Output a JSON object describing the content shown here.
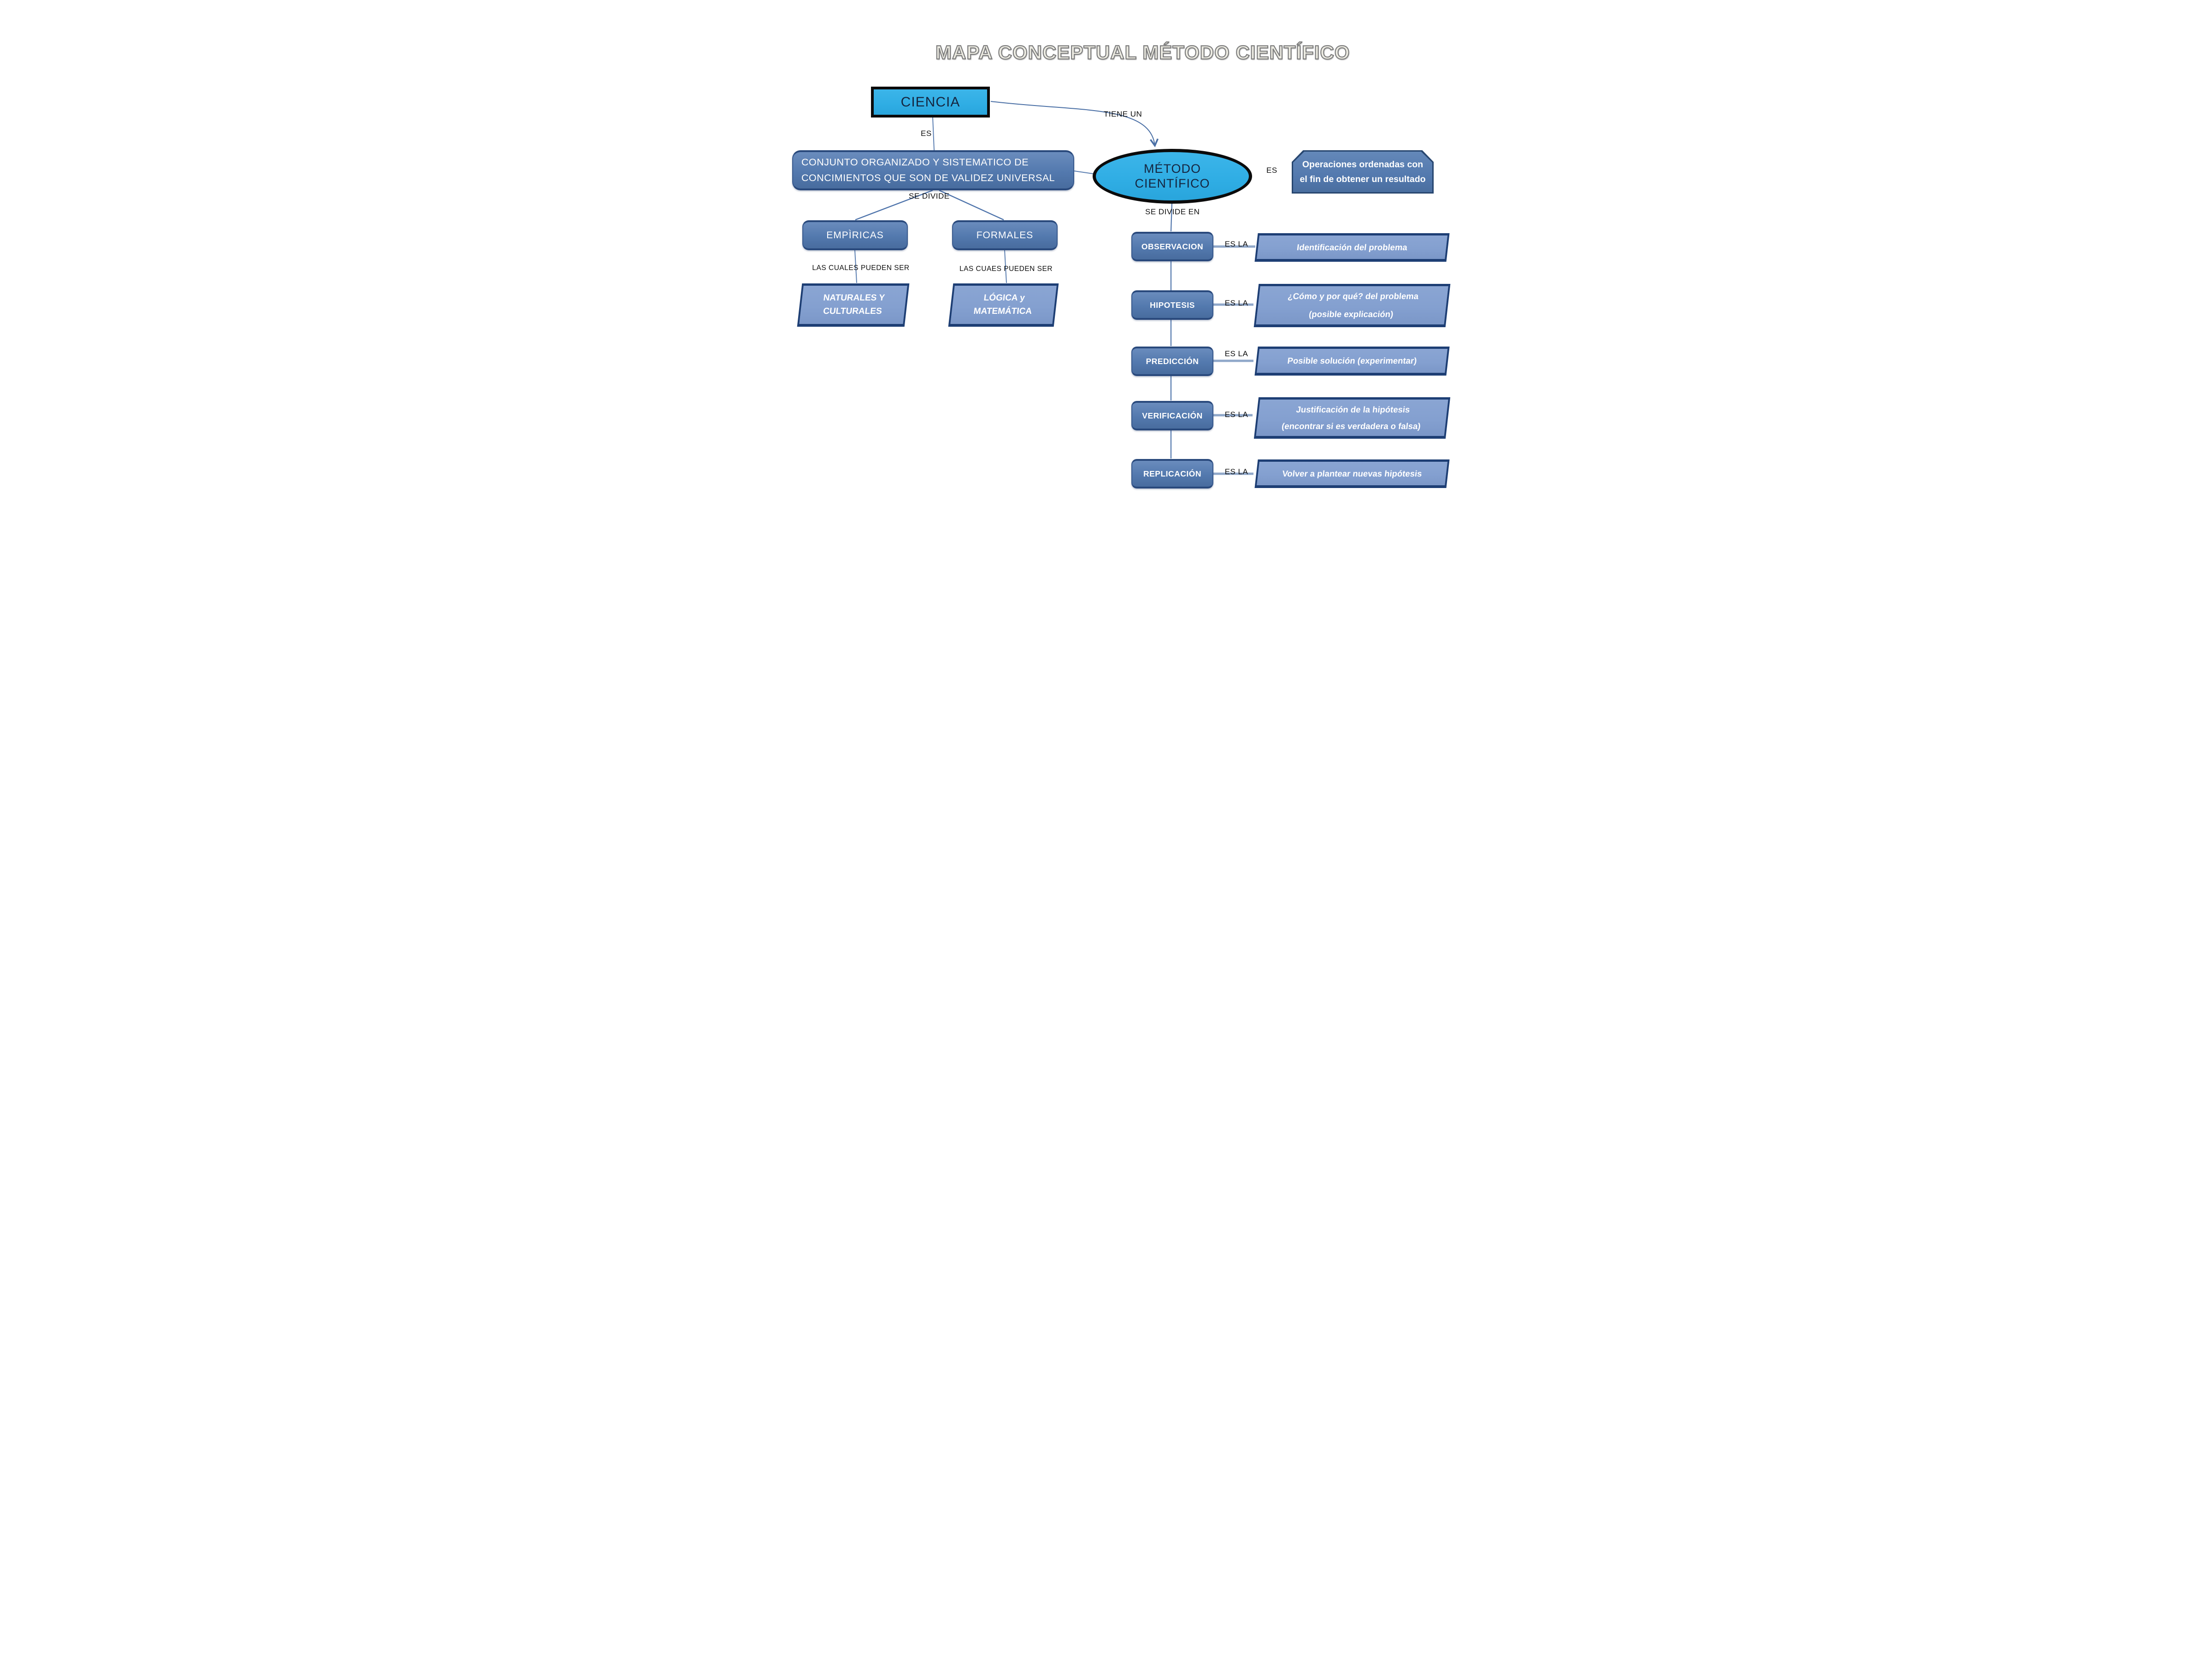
{
  "title": "MAPA CONCEPTUAL MÉTODO CIENTÍFICO",
  "colors": {
    "cyan_node": "#2fade4",
    "steel_node": "#5379ae",
    "light_parallelogram": "#84a0d0",
    "parallelogram_border": "#1d3e74",
    "connector_line": "#5d80b2",
    "title_outline": "#7d7d7d"
  },
  "nodes": {
    "ciencia": {
      "label": "CIENCIA"
    },
    "definicion_ciencia": {
      "line1": "CONJUNTO ORGANIZADO Y SISTEMATICO DE",
      "line2": "CONCIMIENTOS QUE SON DE VALIDEZ UNIVERSAL"
    },
    "metodo": {
      "line1": "MÉTODO",
      "line2": "CIENTÍFICO"
    },
    "definicion_metodo": {
      "line1": "Operaciones ordenadas con",
      "line2": "el fin de obtener un resultado"
    },
    "empiricas": {
      "label": "EMPÌRICAS"
    },
    "formales": {
      "label": "FORMALES"
    },
    "naturales": {
      "line1": "NATURALES Y",
      "line2": "CULTURALES"
    },
    "logica": {
      "line1": "LÓGICA y",
      "line2": "MATEMÁTICA"
    }
  },
  "edge_labels": {
    "es_ciencia": "ES",
    "tiene_un": "TIENE UN",
    "es_metodo": "ES",
    "se_divide": "SE DIVIDE",
    "se_divide_en": "SE DIVIDE EN",
    "las_cuales": "LAS CUALES  PUEDEN  SER",
    "las_cuaes": "LAS CUAES  PUEDEN  SER"
  },
  "steps": [
    {
      "label": "OBSERVACION",
      "connector": "ES LA",
      "result_lines": [
        "Identificación del problema"
      ]
    },
    {
      "label": "HIPOTESIS",
      "connector": "ES LA",
      "result_lines": [
        "¿Cómo y por qué? del problema",
        "(posible explicación)"
      ]
    },
    {
      "label": "PREDICCIÓN",
      "connector": "ES LA",
      "result_lines": [
        "Posible solución (experimentar)"
      ]
    },
    {
      "label": "VERIFICACIÓN",
      "connector": "ES LA",
      "result_lines": [
        "Justificación de la hipótesis",
        "(encontrar si es verdadera  o falsa)"
      ]
    },
    {
      "label": "REPLICACIÓN",
      "connector": "ES LA",
      "result_lines": [
        "Volver a plantear nuevas hipótesis"
      ]
    }
  ]
}
